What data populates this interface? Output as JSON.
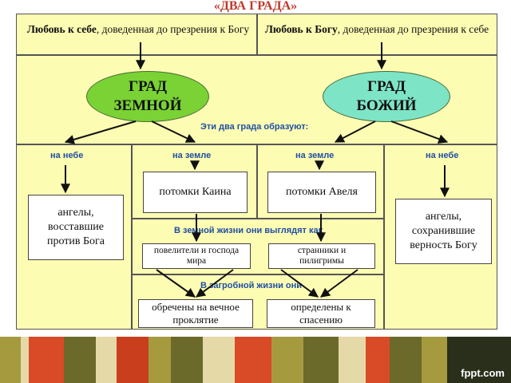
{
  "slide": {
    "title": "«ДВА ГРАДА»",
    "header_left": {
      "bold": "Любовь к себе",
      "rest": ", доведенная до презрения к Богу"
    },
    "header_right": {
      "bold": "Любовь к Богу",
      "rest": ", доведенная до презрения к себе"
    },
    "city_earthly": "ГРАД ЗЕМНОЙ",
    "city_godly": "ГРАД БОЖИЙ",
    "caption_form": "Эти два града образуют:",
    "col_heaven_left": "на небе",
    "col_earth_left": "на земле",
    "col_earth_right": "на земле",
    "col_heaven_right": "на небе",
    "angels_fallen": "ангелы, восставшие против Бога",
    "cain": "потомки Каина",
    "abel": "потомки Авеля",
    "angels_faithful": "ангелы, сохранившие верность Богу",
    "caption_earthly_life": "В земной жизни они выглядят как",
    "rulers": "повелители и господа мира",
    "pilgrims": "странники и пилигримы",
    "caption_afterlife": "В загробной жизни они",
    "damned": "обречены на вечное проклятие",
    "saved": "определены к спасению"
  },
  "footer": {
    "logo": "fppt.com"
  },
  "colors": {
    "panel": "#fdfcb3",
    "title": "#c0392b",
    "caption": "#1f4fa3",
    "oval_earthly": "#7ad235",
    "oval_godly": "#7ee4c6"
  }
}
